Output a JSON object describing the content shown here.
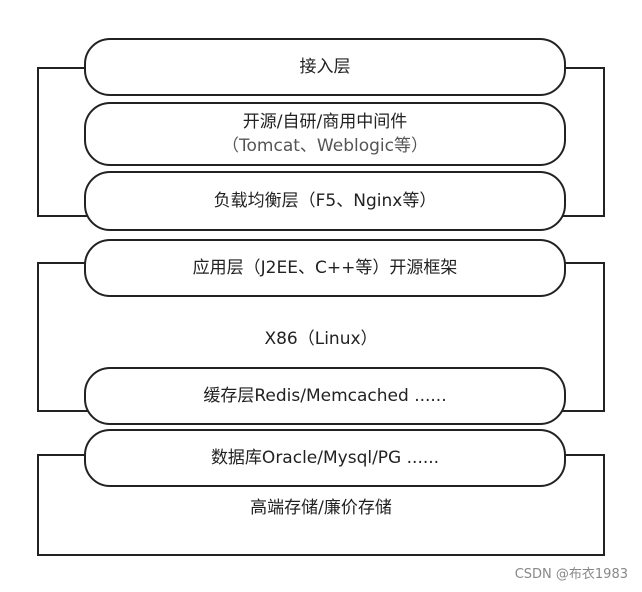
{
  "layers": {
    "access": "接入层",
    "middleware_line1": "开源/自研/商用中间件",
    "middleware_line2": "（Tomcat、Weblogic等）",
    "loadbalance": "负载均衡层（F5、Nginx等）",
    "application": "应用层（J2EE、C++等）开源框架",
    "platform": "X86（Linux）",
    "cache": "缓存层Redis/Memcached ......",
    "database": "数据库Oracle/Mysql/PG ......",
    "storage": "高端存储/廉价存储"
  },
  "watermark": "CSDN @布衣1983"
}
